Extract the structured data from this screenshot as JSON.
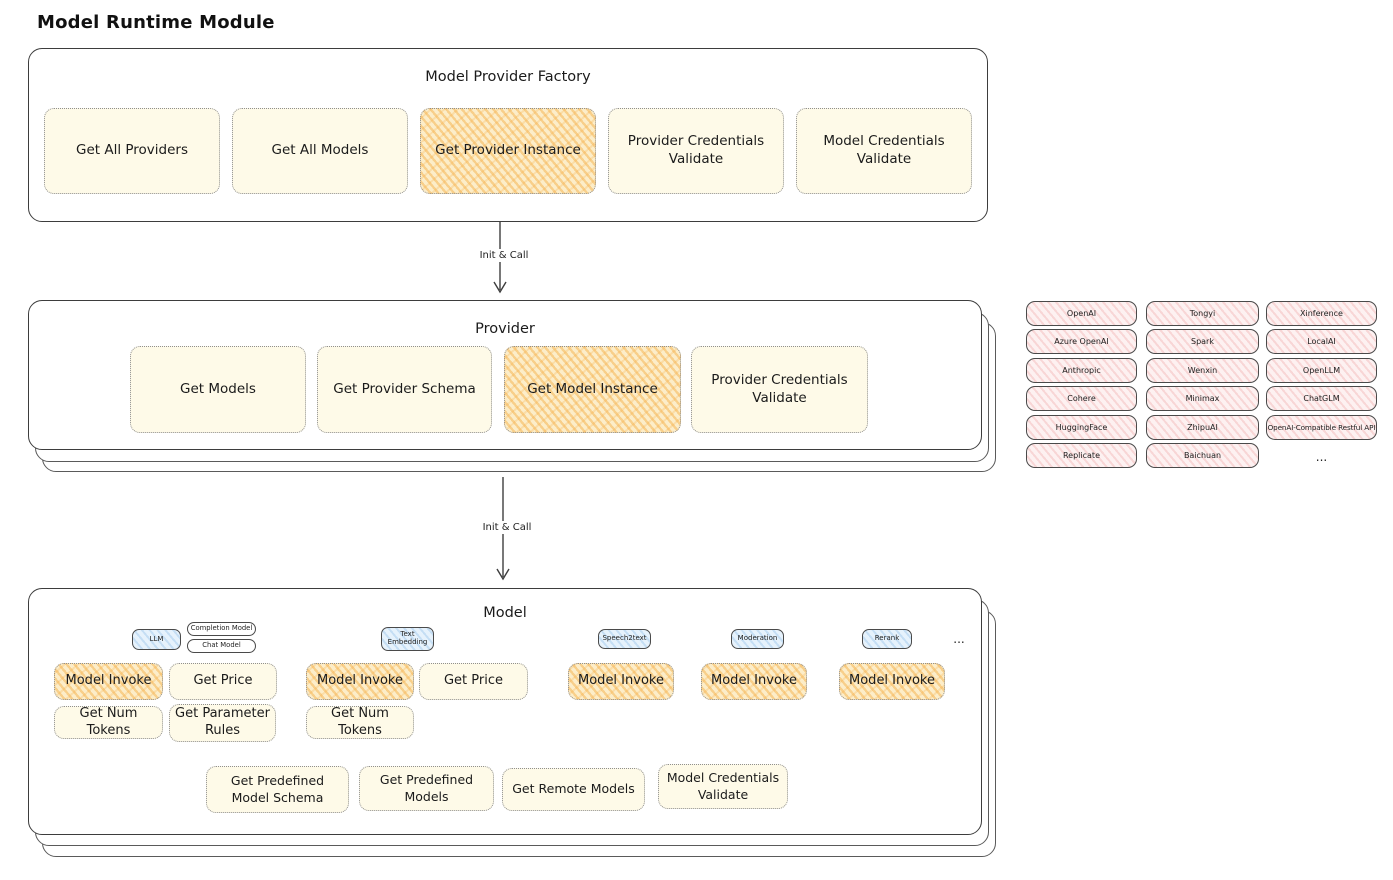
{
  "title": "Model Runtime Module",
  "connections": {
    "label1": "Init & Call",
    "label2": "Init & Call"
  },
  "factory": {
    "label": "Model Provider Factory",
    "items": [
      "Get All Providers",
      "Get All Models",
      "Get Provider Instance",
      "Provider Credentials Validate",
      "Model Credentials Validate"
    ]
  },
  "provider": {
    "label": "Provider",
    "items": [
      "Get Models",
      "Get Provider Schema",
      "Get Model Instance",
      "Provider Credentials Validate"
    ]
  },
  "providers_grid": {
    "items": [
      "OpenAI",
      "Tongyi",
      "Xinference",
      "Azure OpenAI",
      "Spark",
      "LocalAI",
      "Anthropic",
      "Wenxin",
      "OpenLLM",
      "Cohere",
      "Minimax",
      "ChatGLM",
      "HuggingFace",
      "ZhipuAI",
      "OpenAI-Compatible Restful API",
      "Replicate",
      "Baichuan"
    ],
    "more": "..."
  },
  "model": {
    "label": "Model",
    "tags": [
      "LLM",
      "Completion Model",
      "Chat Model",
      "Text Embedding",
      "Speech2text",
      "Moderation",
      "Rerank"
    ],
    "more": "...",
    "invoke_ops": [
      "Model Invoke",
      "Get Price",
      "Model Invoke",
      "Get Price",
      "Model Invoke",
      "Model Invoke",
      "Model Invoke"
    ],
    "token_ops": [
      "Get Num Tokens",
      "Get Parameter Rules",
      "Get Num Tokens"
    ],
    "schema_ops": [
      "Get Predefined Model Schema",
      "Get Predefined Models",
      "Get Remote Models",
      "Model Credentials Validate"
    ]
  },
  "colors": {
    "stroke": "#3d3d3d",
    "yellow_fill": "#fdf8e3",
    "orange_fill": "#fbe3ad",
    "pink_fill": "#fdf0f0",
    "blue_fill": "#e6f2fc"
  }
}
